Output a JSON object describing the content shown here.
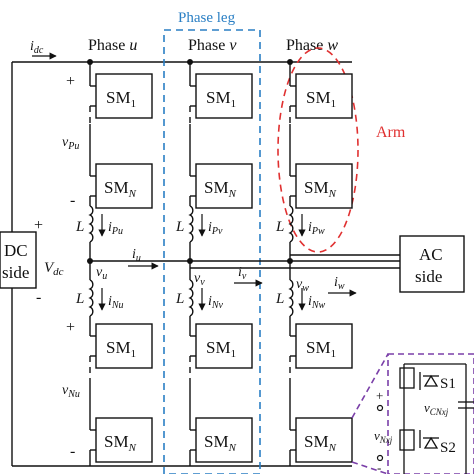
{
  "labels": {
    "phase_leg": "Phase leg",
    "phase_u": "Phase u",
    "phase_v": "Phase v",
    "phase_w": "Phase w",
    "arm": "Arm",
    "idc": "idc",
    "dc_side_1": "DC",
    "dc_side_2": "side",
    "vdc": "Vdc",
    "ac_side_1": "AC",
    "ac_side_2": "side",
    "plus": "+",
    "minus": "-",
    "sm1": "SM1",
    "smn": "SMN",
    "L": "L",
    "vpu": "vPu",
    "vnu": "vNu",
    "ipu": "iPu",
    "ipv": "iPv",
    "ipw": "iPw",
    "inu": "iNu",
    "inv": "iNv",
    "inw": "iNw",
    "vu": "vu",
    "vv": "vv",
    "vw": "vw",
    "iu": "iu",
    "iv": "iv",
    "iw": "iw",
    "s1": "S1",
    "s2": "S2",
    "vcnxj": "vCNxj",
    "vnxj": "vNxj"
  },
  "colors": {
    "phase_leg_box": "#2a7fc4",
    "arm_ellipse": "#e03030",
    "inset_box": "#7a3fa8",
    "line": "#111111"
  }
}
